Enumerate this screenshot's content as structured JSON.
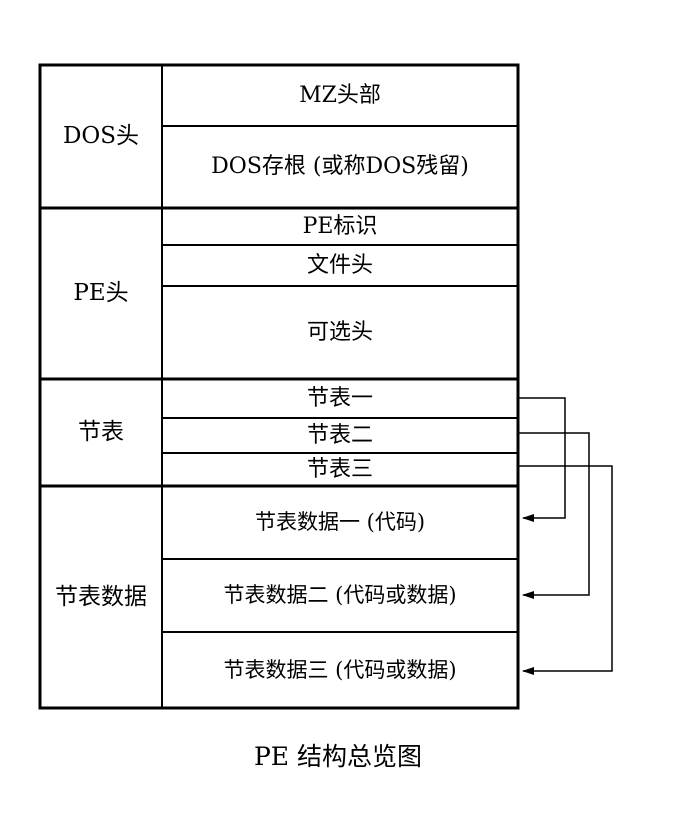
{
  "caption": "PE 结构总览图",
  "groups": {
    "dos_header": "DOS头",
    "pe_header": "PE头",
    "section_table": "节表",
    "section_data": "节表数据"
  },
  "fields": {
    "mz_header": "MZ头部",
    "dos_stub": "DOS存根 (或称DOS残留)",
    "pe_signature": "PE标识",
    "file_header": "文件头",
    "optional_header": "可选头"
  },
  "section_headers": [
    "节表一",
    "节表二",
    "节表三"
  ],
  "section_data": [
    "节表数据一 (代码)",
    "节表数据二 (代码或数据)",
    "节表数据三 (代码或数据)"
  ],
  "colors": {
    "line": "#000000",
    "background": "#ffffff"
  }
}
